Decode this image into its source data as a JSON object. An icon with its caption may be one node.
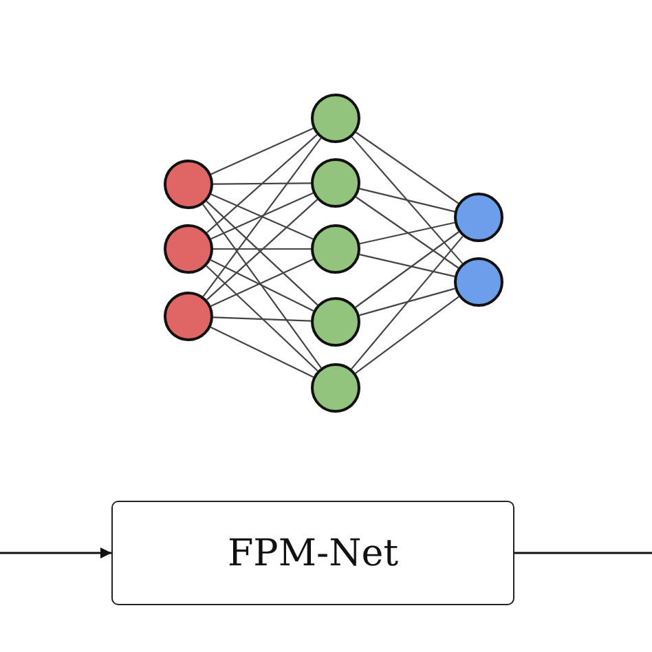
{
  "diagram": {
    "nodes": [
      {
        "text": [],
        "shape": "circle"
      },
      {
        "text": [],
        "shape": "circle"
      },
      {
        "text": [],
        "shape": "circle"
      },
      {
        "text": [],
        "shape": "circle"
      },
      {
        "text": [],
        "shape": "circle"
      },
      {
        "text": [],
        "shape": "circle"
      },
      {
        "text": [],
        "shape": "circle"
      },
      {
        "text": [],
        "shape": "circle"
      },
      {
        "text": [],
        "shape": "circle"
      },
      {
        "text": [],
        "shape": "circle"
      },
      {
        "text": [
          "FPM-Net"
        ]
      }
    ],
    "edges": [
      {
        "from": 0,
        "to": 3,
        "arrow": "none"
      },
      {
        "from": 0,
        "to": 4,
        "arrow": "none"
      },
      {
        "from": 0,
        "to": 5,
        "arrow": "none"
      },
      {
        "from": 0,
        "to": 6,
        "arrow": "none"
      },
      {
        "from": 0,
        "to": 7,
        "arrow": "none"
      },
      {
        "from": 1,
        "to": 3,
        "arrow": "none"
      },
      {
        "from": 1,
        "to": 4,
        "arrow": "none"
      },
      {
        "from": 1,
        "to": 5,
        "arrow": "none"
      },
      {
        "from": 1,
        "to": 6,
        "arrow": "none"
      },
      {
        "from": 1,
        "to": 7,
        "arrow": "none"
      },
      {
        "from": 2,
        "to": 3,
        "arrow": "none"
      },
      {
        "from": 2,
        "to": 4,
        "arrow": "none"
      },
      {
        "from": 2,
        "to": 5,
        "arrow": "none"
      },
      {
        "from": 2,
        "to": 6,
        "arrow": "none"
      },
      {
        "from": 2,
        "to": 7,
        "arrow": "none"
      },
      {
        "from": 3,
        "to": 8,
        "arrow": "none"
      },
      {
        "from": 3,
        "to": 9,
        "arrow": "none"
      },
      {
        "from": 4,
        "to": 8,
        "arrow": "none"
      },
      {
        "from": 4,
        "to": 9,
        "arrow": "none"
      },
      {
        "from": 5,
        "to": 8,
        "arrow": "none"
      },
      {
        "from": 5,
        "to": 9,
        "arrow": "none"
      },
      {
        "from": 6,
        "to": 8,
        "arrow": "none"
      },
      {
        "from": 6,
        "to": 9,
        "arrow": "none"
      },
      {
        "from": 7,
        "to": 8,
        "arrow": "none"
      },
      {
        "from": 7,
        "to": 9,
        "arrow": "none"
      },
      {
        "from": null,
        "to": 10,
        "arrow": "to"
      },
      {
        "from": 10,
        "to": null,
        "arrow": "none"
      }
    ]
  }
}
